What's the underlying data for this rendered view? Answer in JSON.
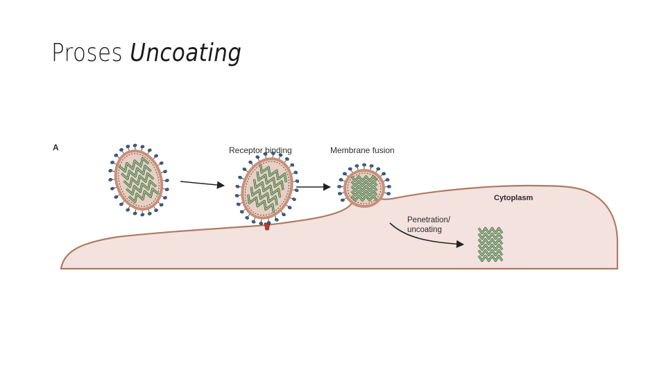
{
  "slide": {
    "title_plain": "Proses",
    "title_italic": "Uncoating"
  },
  "figure": {
    "panel_letter": "A",
    "labels": {
      "receptor_binding": "Receptor binding",
      "membrane_fusion": "Membrane fusion",
      "cytoplasm": "Cytoplasm",
      "penetration_line1": "Penetration/",
      "penetration_line2": "uncoating"
    },
    "colors": {
      "cytoplasm_fill": "#f4e2df",
      "membrane_stroke": "#b07a60",
      "envelope": "#c98f78",
      "spike": "#3f5f8c",
      "nucleocapsid": "#8fb98a",
      "nucleocapsid_outline": "#2f4a2b",
      "receptor": "#c0392b",
      "arrow": "#222222"
    }
  }
}
